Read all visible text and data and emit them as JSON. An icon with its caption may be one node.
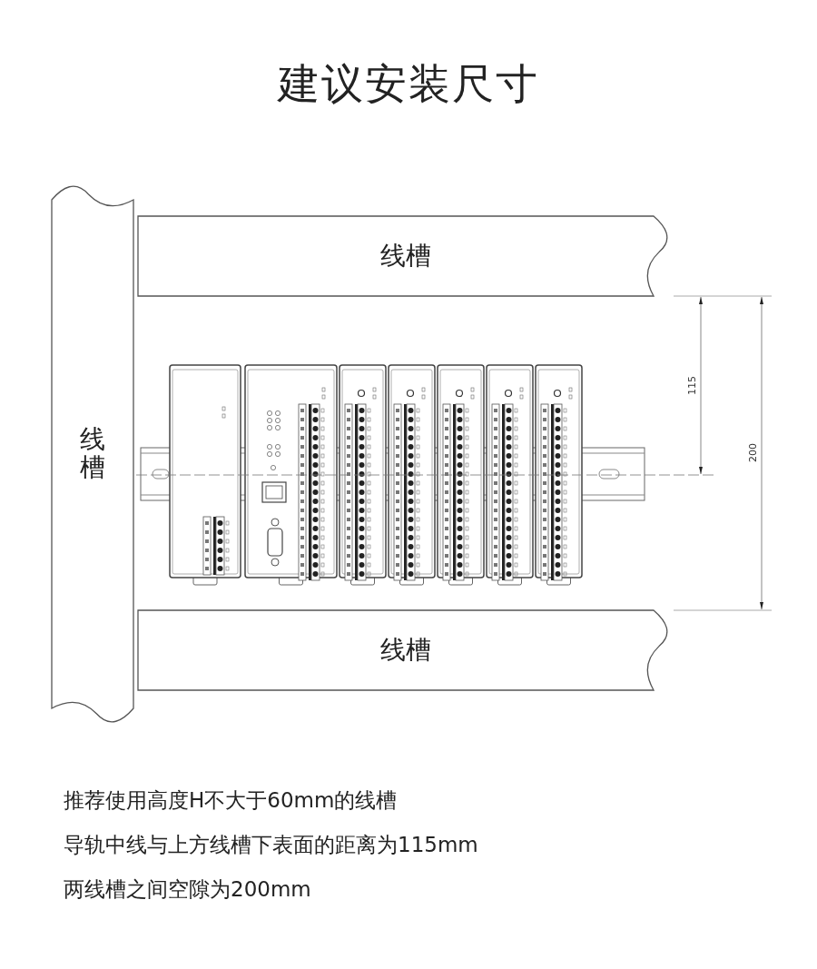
{
  "diagram": {
    "title": "建议安装尺寸",
    "nodes": [
      {
        "text": [
          "线槽"
        ]
      },
      {
        "text": [
          "线槽"
        ]
      },
      {
        "text": [
          "线槽"
        ]
      }
    ],
    "labels": [
      "115",
      "200",
      "推荐使用高度H不大于60mm的线槽",
      "导轨中线与上方线槽下表面的距离为115mm",
      "两线槽之间空隙为200mm"
    ]
  }
}
